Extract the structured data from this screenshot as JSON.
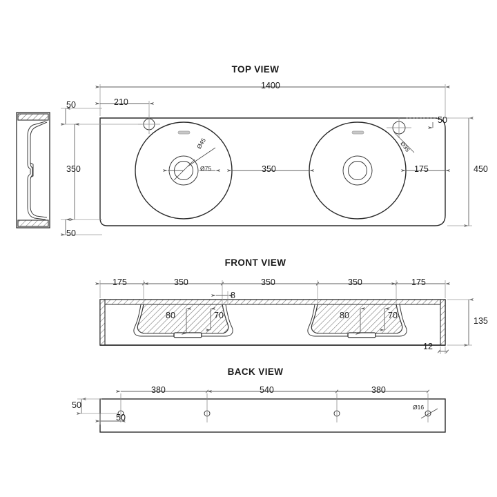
{
  "drawing": {
    "background_color": "#ffffff",
    "line_color": "#2b2b2b",
    "dimension_color": "#5e5e5e"
  },
  "views": [
    {
      "id": "top",
      "title": "TOP VIEW"
    },
    {
      "id": "front",
      "title": "FRONT VIEW"
    },
    {
      "id": "back",
      "title": "BACK VIEW"
    }
  ],
  "top_view": {
    "title": "TOP VIEW",
    "overall_length": "1400",
    "overall_depth": "450",
    "tap_hole_from_left": "210",
    "tap_hole_from_back_left": "50",
    "tap_hole_from_back_right": "50",
    "basin_edge_to_front": "50",
    "basin_height_band": "350",
    "basin_edge_to_back": "50",
    "between_basins": "350",
    "right_basin_to_edge": "175",
    "waste_outer_diameter": "Ø75",
    "waste_inner_diameter": "Ø45",
    "right_tap_hole_diameter": "Ø35"
  },
  "front_view": {
    "title": "FRONT VIEW",
    "segments": [
      "175",
      "350",
      "350",
      "350",
      "175"
    ],
    "bowl_depth_outer": "80",
    "bowl_depth_inner": "70",
    "rim_offset": "8",
    "overall_height": "135",
    "slab_thickness": "12"
  },
  "back_view": {
    "title": "BACK VIEW",
    "hole_spacings": [
      "380",
      "540",
      "380"
    ],
    "hole_from_top": "50",
    "hole_from_left": "50",
    "hole_diameter": "Ø16"
  }
}
